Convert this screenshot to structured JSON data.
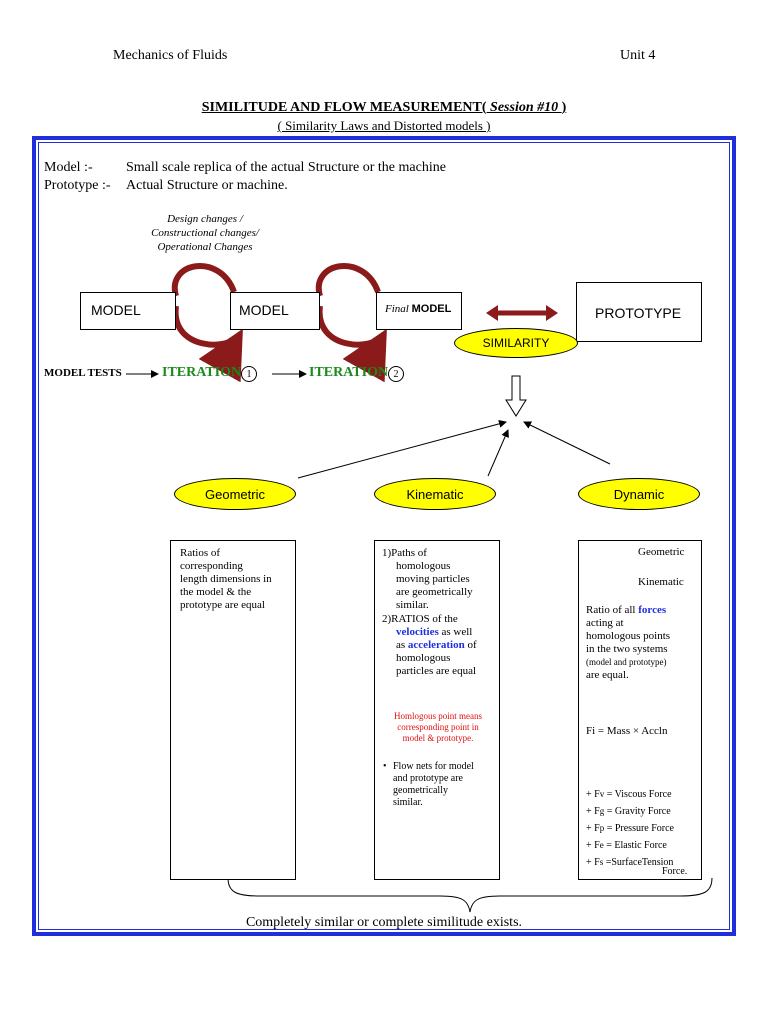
{
  "header": {
    "left": "Mechanics of Fluids",
    "right": "Unit 4"
  },
  "title": {
    "main": "SIMILITUDE AND FLOW MEASUREMENT(",
    "session": " Session #10 ",
    "close": ")"
  },
  "subtitle": "( Similarity Laws and Distorted models )",
  "definitions": {
    "model_label": "Model :-",
    "model_text": "Small scale replica of the actual Structure or the machine",
    "prototype_label": "Prototype :-",
    "prototype_text": "Actual Structure or machine."
  },
  "design_changes": [
    "Design changes /",
    "Constructional changes/",
    "Operational Changes"
  ],
  "boxes": {
    "model1": "MODEL",
    "model2": "MODEL",
    "final_prefix": "Final",
    "final_model": "MODEL",
    "prototype": "PROTOTYPE"
  },
  "similarity": "SIMILARITY",
  "iterations": {
    "model_tests": "MODEL TESTS",
    "iteration_label": "ITERATION",
    "n1": "1",
    "n2": "2"
  },
  "types": {
    "geometric": "Geometric",
    "kinematic": "Kinematic",
    "dynamic": "Dynamic"
  },
  "geometric_text": [
    "Ratios of",
    "corresponding",
    "length dimensions in",
    "the model & the",
    "prototype are equal"
  ],
  "kinematic": {
    "p1": [
      "1)Paths of",
      "homologous",
      "moving particles",
      "are geometrically",
      "similar."
    ],
    "p2_a": "2)RATIOS of the",
    "p2_velocities": "velocities",
    "p2_b": " as well",
    "p2_c": "as ",
    "p2_acceleration": "acceleration",
    "p2_d": " of",
    "p2_rest": [
      "homologous",
      "particles are equal"
    ],
    "note": [
      "Homlogous point means",
      "corresponding point in",
      "model & prototype."
    ],
    "bullet": [
      "Flow nets for model",
      "and prototype are",
      "geometrically",
      "similar."
    ]
  },
  "dynamic": {
    "arrow_geometric": "Geometric",
    "arrow_kinematic": "Kinematic",
    "ratio_a": "Ratio of all ",
    "ratio_forces": "forces",
    "ratio_lines": [
      "acting at",
      "homologous points",
      "in the two systems"
    ],
    "ratio_small": "(model and prototype)",
    "ratio_end": "are equal.",
    "fi": "Fi = Mass × Accln",
    "forces": [
      {
        "sym": "+ F",
        "sub": "v",
        "text": " = Viscous Force"
      },
      {
        "sym": "+ F",
        "sub": "g",
        "text": " = Gravity Force"
      },
      {
        "sym": "+ F",
        "sub": "p",
        "text": " = Pressure Force"
      },
      {
        "sym": "+ F",
        "sub": "e",
        "text": " = Elastic  Force"
      },
      {
        "sym": "+ F",
        "sub": "s",
        "text": " =SurfaceTension"
      }
    ],
    "force_tail": "Force."
  },
  "conclusion": "Completely similar or complete similitude exists.",
  "colors": {
    "border_blue": "#1f2fe0",
    "ellipse_yellow": "#ffff00",
    "arrow_darkred": "#8b1a1a",
    "arrow_cyan": "#33cccc",
    "iteration_green": "#1a8a1a"
  }
}
